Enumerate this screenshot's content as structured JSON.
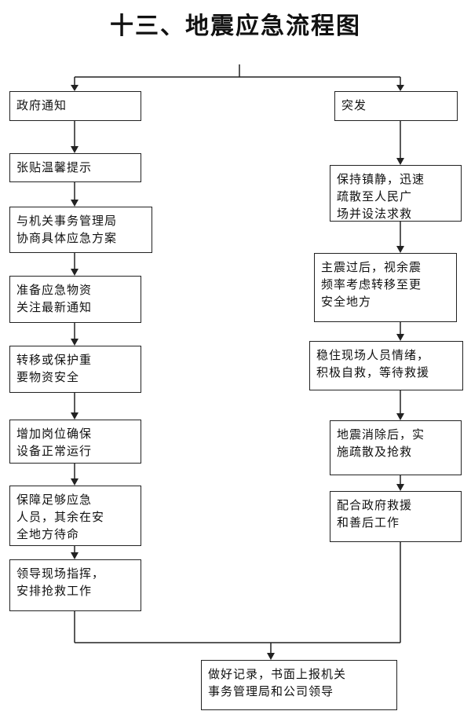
{
  "title": "十三、地震应急流程图",
  "left_flow": [
    {
      "lines": [
        "政府通知"
      ]
    },
    {
      "lines": [
        "张贴温馨提示"
      ]
    },
    {
      "lines": [
        "与机关事务管理局",
        "协商具体应急方案"
      ]
    },
    {
      "lines": [
        "准备应急物资",
        "关注最新通知"
      ]
    },
    {
      "lines": [
        "转移或保护重",
        "要物资安全"
      ]
    },
    {
      "lines": [
        "增加岗位确保",
        "设备正常运行"
      ]
    },
    {
      "lines": [
        "保障足够应急",
        "人员，其余在安",
        "全地方待命"
      ]
    },
    {
      "lines": [
        "领导现场指挥，",
        "安排抢救工作"
      ]
    }
  ],
  "right_flow": [
    {
      "lines": [
        "突发"
      ]
    },
    {
      "lines": [
        "保持镇静，迅速",
        "疏散至人民广",
        "场并设法求救"
      ]
    },
    {
      "lines": [
        "主震过后，视余震",
        "频率考虑转移至更",
        "安全地方"
      ]
    },
    {
      "lines": [
        "稳住现场人员情绪，",
        "积极自救，等待救援"
      ]
    },
    {
      "lines": [
        "地震消除后，实",
        "施疏散及抢救"
      ]
    },
    {
      "lines": [
        "配合政府救援",
        "和善后工作"
      ]
    }
  ],
  "final": {
    "lines": [
      "做好记录，书面上报机关",
      "事务管理局和公司领导"
    ]
  }
}
